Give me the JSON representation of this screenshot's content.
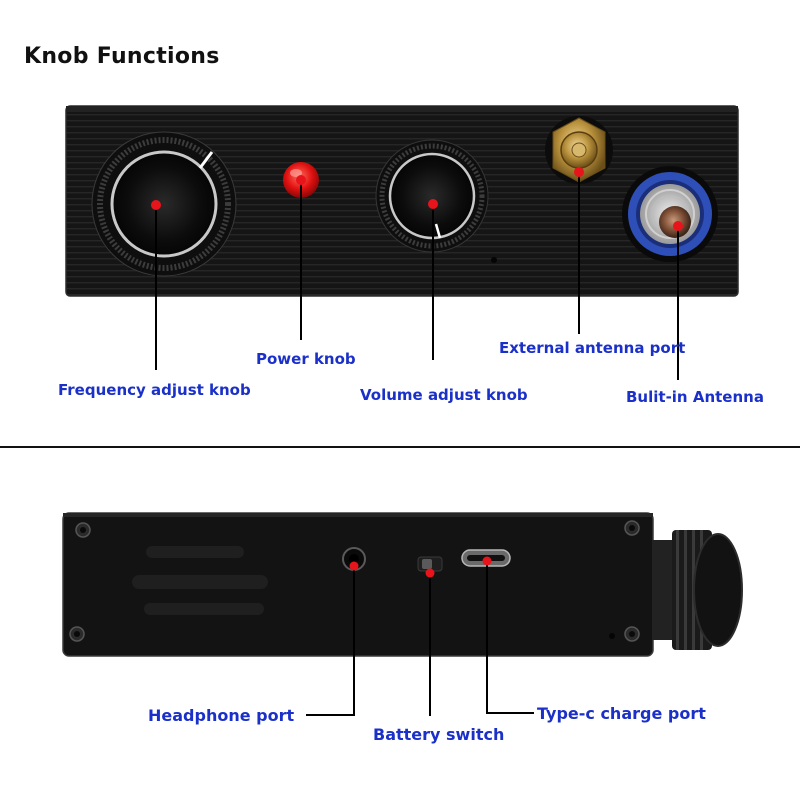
{
  "title": "Knob Functions",
  "front_panel": {
    "labels": {
      "frequency": "Frequency adjust knob",
      "power": "Power knob",
      "volume": "Volume adjust knob",
      "external_antenna": "External antenna port",
      "builtin_antenna": "Bulit-in Antenna"
    }
  },
  "rear_panel": {
    "labels": {
      "headphone": "Headphone port",
      "battery": "Battery switch",
      "typec": "Type-c charge port"
    }
  },
  "colors": {
    "label_text": "#1a30c8",
    "marker": "#e8141c",
    "panel": "#121212"
  }
}
